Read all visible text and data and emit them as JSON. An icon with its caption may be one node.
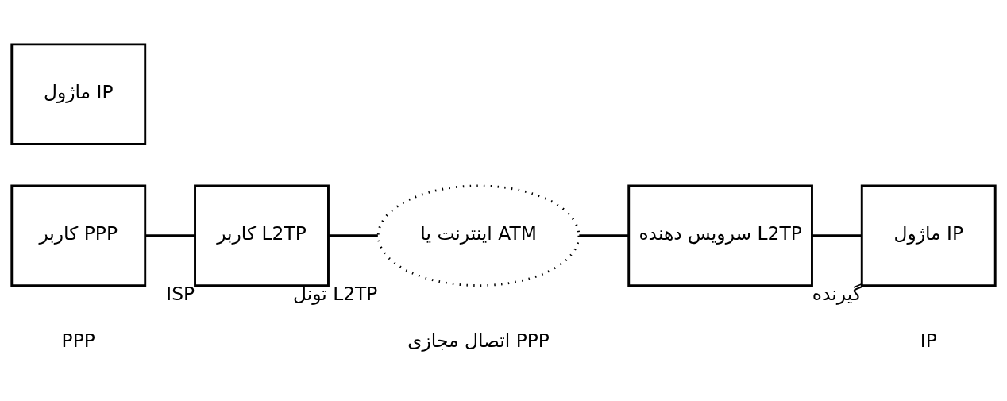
{
  "diagram": {
    "nodes": [
      {
        "text": [
          "ماژول IP"
        ]
      },
      {
        "text": [
          "کاربر PPP"
        ]
      },
      {
        "text": [
          "کاربر L2TP"
        ],
        "beside": [
          "ISP"
        ]
      },
      {
        "text": [
          "اینترنت یا ATM"
        ],
        "beside": [
          "تونل L2TP"
        ]
      },
      {
        "text": [
          "سرویس دهنده L2TP"
        ]
      },
      {
        "text": [
          "ماژول IP"
        ],
        "beside": [
          "گیرنده"
        ]
      }
    ],
    "edges": [
      {
        "from": 1,
        "to": 2,
        "arrow": "none"
      },
      {
        "from": 2,
        "to": 3,
        "arrow": "none"
      },
      {
        "from": 3,
        "to": 4,
        "arrow": "none"
      },
      {
        "from": 4,
        "to": 5,
        "arrow": "none"
      }
    ],
    "labels": [
      "PPP",
      "IP",
      "اتصال مجازی PPP"
    ]
  }
}
